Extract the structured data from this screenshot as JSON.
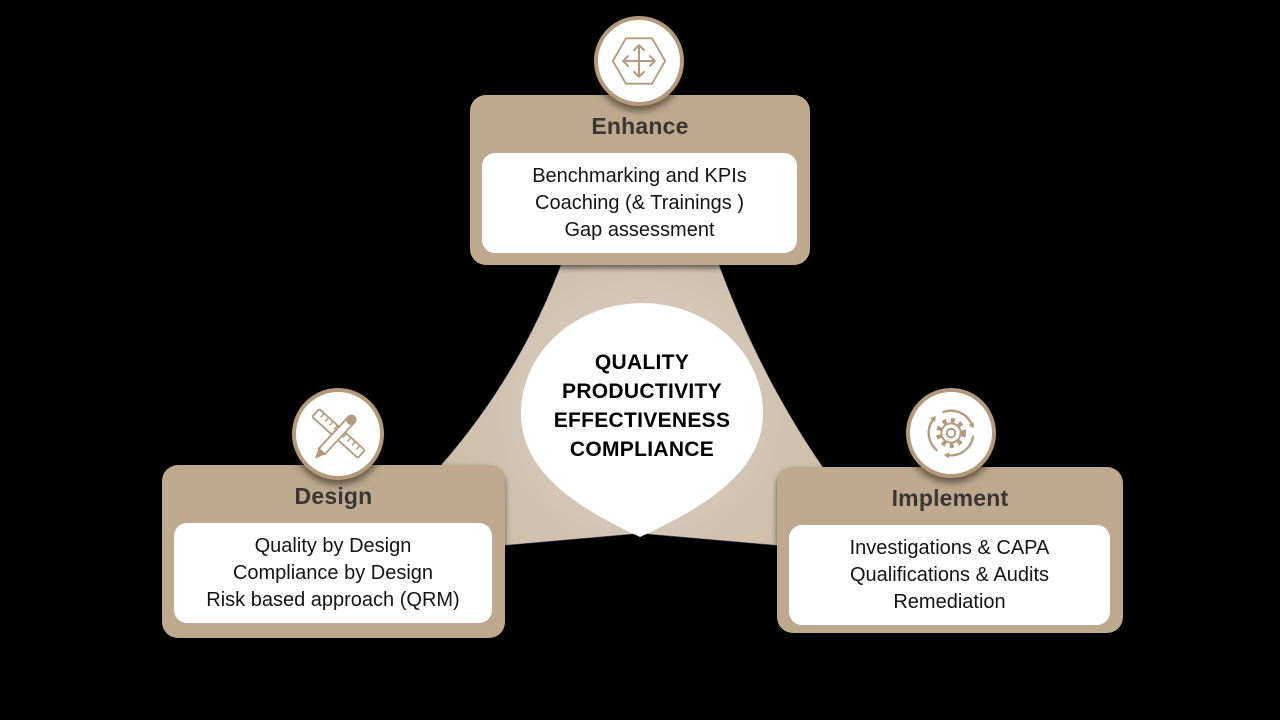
{
  "title": "Design - Implement - Enhance quality cycle diagram",
  "colors": {
    "background": "#000000",
    "node_fill": "#bea98f",
    "panel_fill": "#ffffff",
    "icon_stroke": "#b49a7d",
    "icon_fill": "#b49a7d",
    "title_text": "#3a3632",
    "body_text": "#141414",
    "center_text": "#000000",
    "triangle_inner": "#dcd3c7",
    "triangle_mid": "#ccbba5",
    "triangle_outer": "#bca285"
  },
  "center": {
    "lines": [
      "QUALITY",
      "PRODUCTIVITY",
      "EFFECTIVENESS",
      "COMPLIANCE"
    ]
  },
  "nodes": [
    {
      "title": "Enhance",
      "icon": "expand-arrows-icon",
      "items": [
        "Benchmarking and KPIs",
        "Coaching (& Trainings )",
        "Gap assessment"
      ]
    },
    {
      "title": "Design",
      "icon": "pencil-ruler-icon",
      "items": [
        "Quality by Design",
        "Compliance by Design",
        "Risk based approach (QRM)"
      ]
    },
    {
      "title": "Implement",
      "icon": "gear-cycle-icon",
      "items": [
        "Investigations & CAPA",
        "Qualifications & Audits",
        "Remediation"
      ]
    }
  ]
}
